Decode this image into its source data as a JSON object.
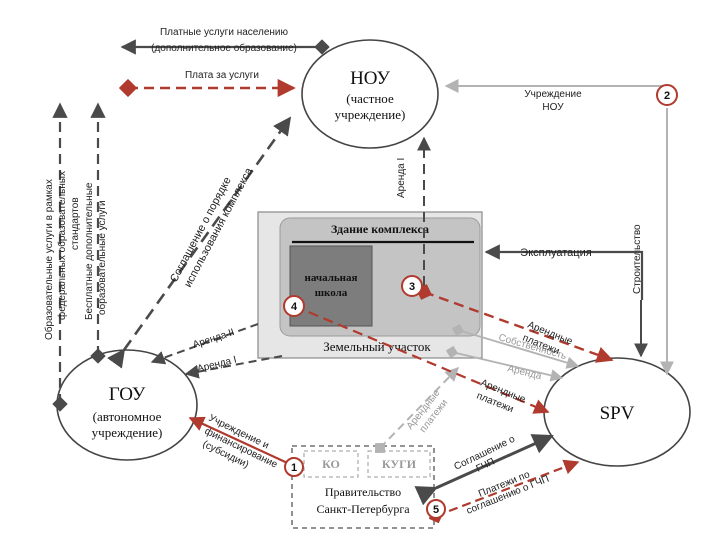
{
  "colors": {
    "dark": "#4a4a4a",
    "light": "#b3b3b3",
    "red": "#b03a2e",
    "box_gray": "#e6e6e6",
    "inner_gray": "#c4c4c4",
    "school_gray": "#7d7d7d"
  },
  "nodes": {
    "nou": {
      "title": "НОУ",
      "line1": "(частное",
      "line2": "учреждение)"
    },
    "gou": {
      "title": "ГОУ",
      "line1": "(автономное",
      "line2": "учреждение)"
    },
    "spv": {
      "title": "SPV"
    },
    "complex": {
      "building": "Здание комплекса",
      "school1": "начальная",
      "school2": "школа",
      "land": "Земельный участок"
    },
    "gov": {
      "ko": "КО",
      "kugi": "КУГИ",
      "line1": "Правительство",
      "line2": "Санкт-Петербурга"
    }
  },
  "badges": [
    "1",
    "2",
    "3",
    "4",
    "5"
  ],
  "labels": {
    "paid_services1": "Платные услуги населению",
    "paid_services2": "(дополнительное образование)",
    "service_fee": "Плата за услуги",
    "nou_institution1": "Учреждение",
    "nou_institution2": "НОУ",
    "edu_services1": "Образовательные услуги в рамках",
    "edu_services2": "федеральных образовательных",
    "edu_services3": "стандартов",
    "free_services1": "Бесплатные дополнительные",
    "free_services2": "образовательные услуги",
    "agreement1": "Соглашение о порядке",
    "agreement2": "использования комплекса",
    "rent_i_vertical": "Аренда I",
    "operation": "Эксплуатация",
    "construction": "Строительство",
    "rent_ii": "Аренда II",
    "rent_i": "Аренда I",
    "ownership": "Собственность",
    "rent": "Аренда",
    "rent_payments_gray1": "Арендные",
    "rent_payments_gray2": "платежи",
    "rent_payments_a1": "Арендные",
    "rent_payments_a2": "платежи",
    "rent_payments_b1": "Арендные",
    "rent_payments_b2": "платежи",
    "establish1": "Учреждение и",
    "establish2": "финансирование",
    "establish3": "(субсидии)",
    "ppp_agreement1": "Соглашение о",
    "ppp_agreement2": "ГЧП",
    "ppp_payments1": "Платежи по",
    "ppp_payments2": "соглашению о ГЧП"
  }
}
